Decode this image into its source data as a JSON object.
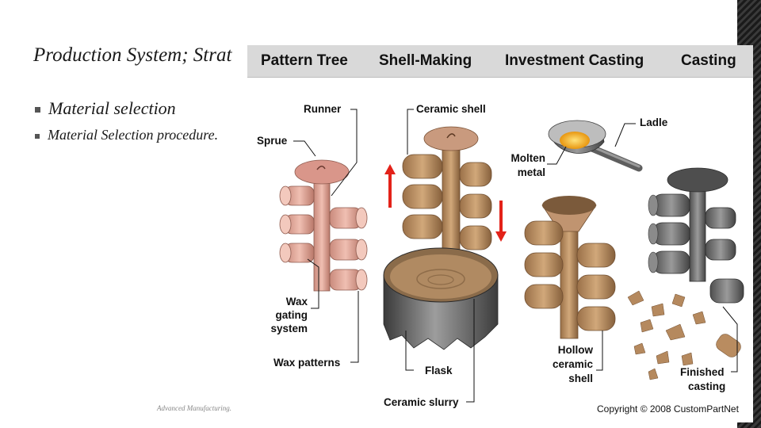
{
  "slide": {
    "title": "Production System; Strat",
    "bullets": [
      "Material selection",
      "Material Selection procedure."
    ],
    "footer": "Advanced Manufacturing."
  },
  "figure": {
    "header": [
      "Pattern Tree",
      "Shell-Making",
      "Investment Casting",
      "Casting"
    ],
    "labels": {
      "runner": "Runner",
      "sprue": "Sprue",
      "wax_gating_1": "Wax",
      "wax_gating_2": "gating",
      "wax_gating_3": "system",
      "wax_patterns": "Wax patterns",
      "ceramic_shell": "Ceramic shell",
      "flask": "Flask",
      "ceramic_slurry": "Ceramic slurry",
      "ladle": "Ladle",
      "molten_1": "Molten",
      "molten_2": "metal",
      "hollow_1": "Hollow",
      "hollow_2": "ceramic",
      "hollow_3": "shell",
      "finished_1": "Finished",
      "finished_2": "casting"
    },
    "copyright": "Copyright © 2008 CustomPartNet",
    "colors": {
      "header_bg": "#d9d9d9",
      "wax": "#e2a596",
      "ceramic": "#b88a5e",
      "metal": "#6f6f6f",
      "arrow": "#e32219",
      "molten": "#f2b21a"
    }
  }
}
